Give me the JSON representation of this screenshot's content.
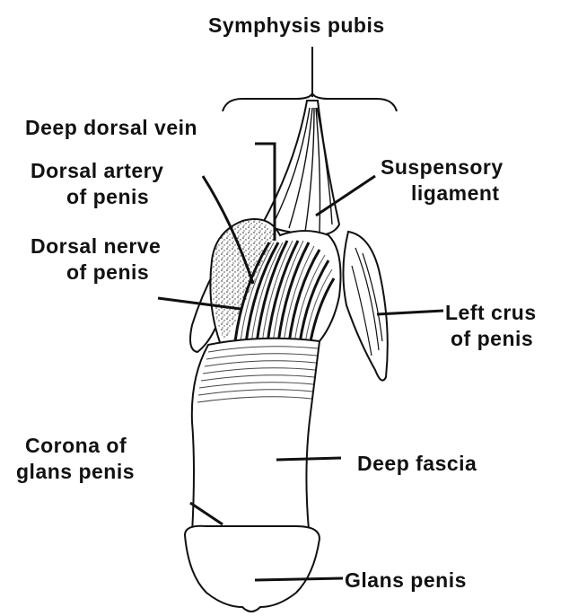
{
  "labels": {
    "symphysis_pubis": "Symphysis pubis",
    "deep_dorsal_vein": "Deep dorsal vein",
    "dorsal_artery": [
      "Dorsal artery",
      "of penis"
    ],
    "dorsal_nerve": [
      "Dorsal nerve",
      "of penis"
    ],
    "suspensory_ligament": [
      "Suspensory",
      "ligament"
    ],
    "left_crus": [
      "Left crus",
      "of penis"
    ],
    "corona": [
      "Corona of",
      "glans penis"
    ],
    "deep_fascia": "Deep fascia",
    "glans_penis": "Glans penis"
  },
  "colors": {
    "ink": "#111111",
    "background": "#ffffff"
  }
}
